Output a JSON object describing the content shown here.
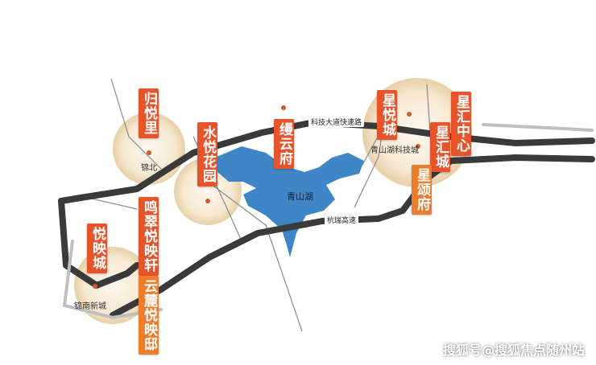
{
  "districts": [
    {
      "name": "锦北"
    },
    {
      "name": "锦南新城"
    },
    {
      "name": "青山湖科技城"
    }
  ],
  "projects": [
    {
      "label": "归悦里",
      "style": "red"
    },
    {
      "label": "水悦花园",
      "style": "red"
    },
    {
      "label": "缦云府",
      "style": "red"
    },
    {
      "label": "星悦城",
      "style": "red"
    },
    {
      "label": "星汇中心",
      "style": "red"
    },
    {
      "label": "星汇城",
      "style": "red"
    },
    {
      "label": "星颂府",
      "style": "org"
    },
    {
      "label": "鸣翠悦映轩",
      "style": "red"
    },
    {
      "label": "云麓悦映邸",
      "style": "org"
    },
    {
      "label": "悦映城",
      "style": "red"
    }
  ],
  "roads": [
    {
      "name": "科技大道快速路"
    },
    {
      "name": "杭瑞高速"
    }
  ],
  "lake": {
    "name": "青山湖",
    "color": "#3f86c6"
  },
  "watermark": "搜狐号@搜狐焦点随州站",
  "colors": {
    "label_red": "#e5542b",
    "label_orange": "#ec7d2c",
    "road": "#3a3a3a"
  }
}
